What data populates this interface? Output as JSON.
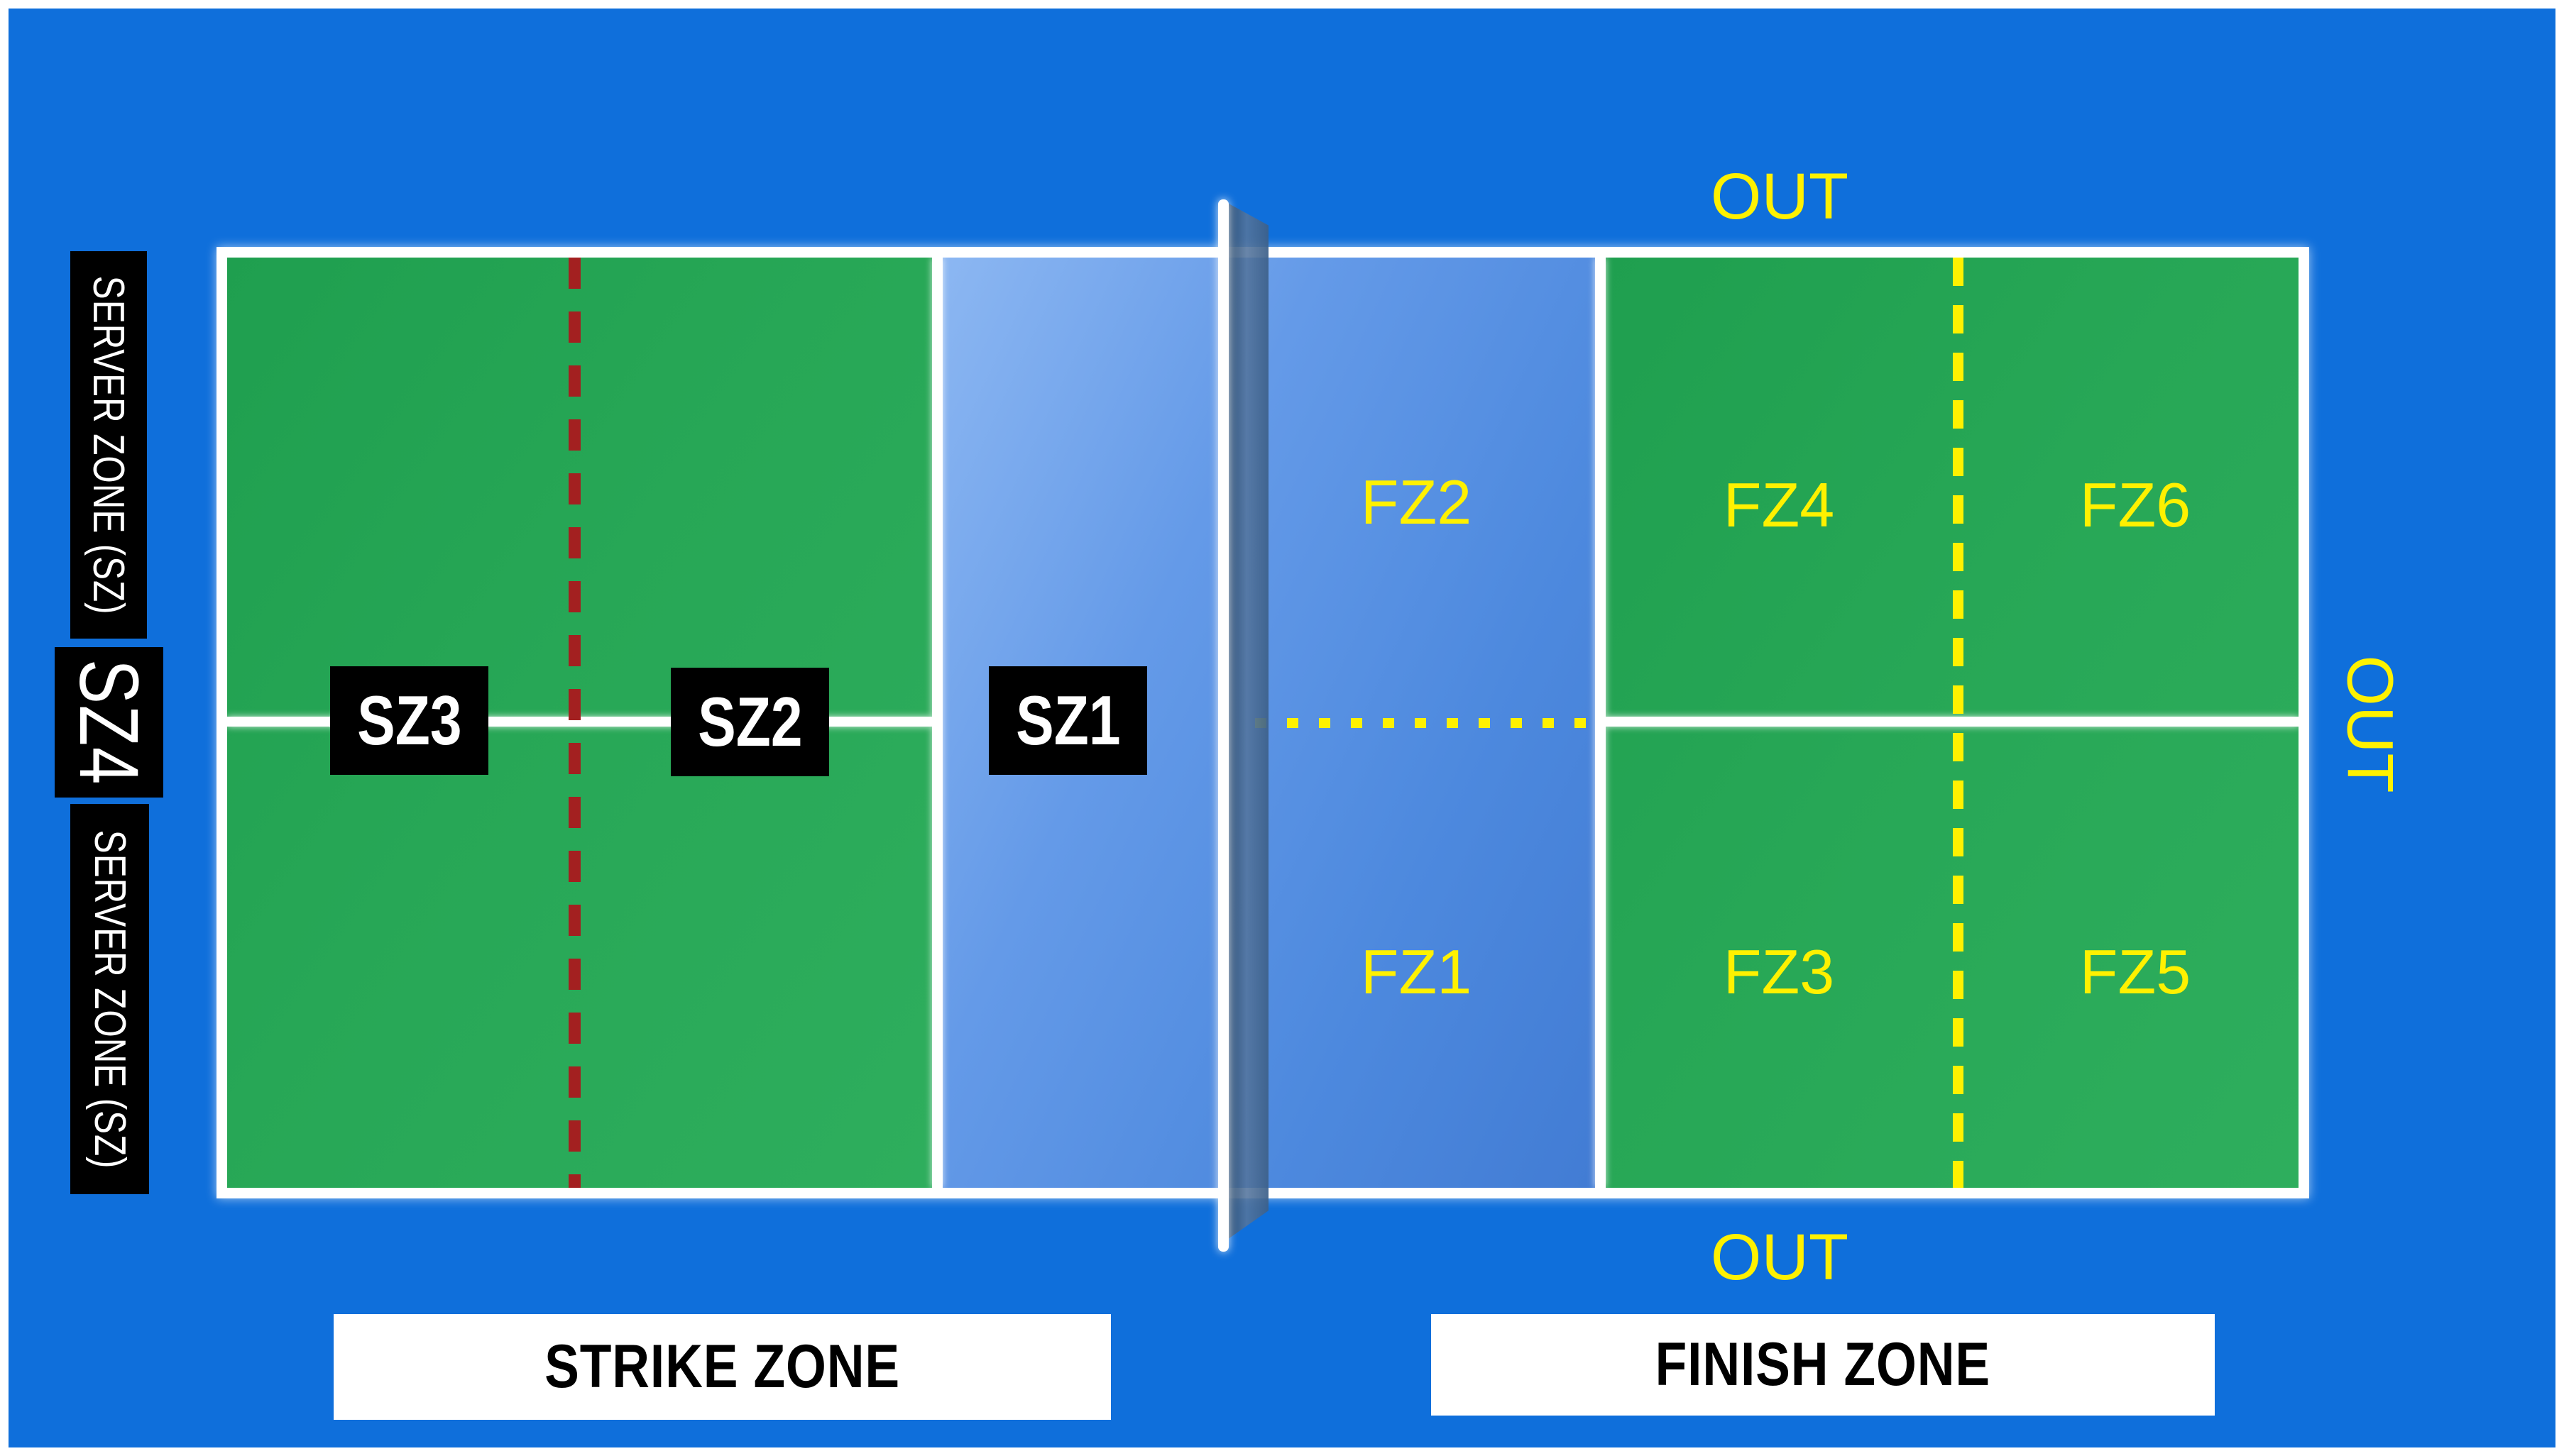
{
  "court": {
    "server_side": {
      "band_top": "SERVER ZONE (SZ)",
      "sz4": "SZ4",
      "band_bottom": "SERVER ZONE (SZ)",
      "markers": [
        {
          "id": "sz3",
          "label": "SZ3"
        },
        {
          "id": "sz2",
          "label": "SZ2"
        },
        {
          "id": "sz1",
          "label": "SZ1"
        }
      ],
      "caption": "STRIKE ZONE"
    },
    "finish_side": {
      "zones": [
        {
          "id": "fz2",
          "label": "FZ2"
        },
        {
          "id": "fz4",
          "label": "FZ4"
        },
        {
          "id": "fz6",
          "label": "FZ6"
        },
        {
          "id": "fz1",
          "label": "FZ1"
        },
        {
          "id": "fz3",
          "label": "FZ3"
        },
        {
          "id": "fz5",
          "label": "FZ5"
        }
      ],
      "caption": "FINISH ZONE",
      "out_top": "OUT",
      "out_bottom": "OUT",
      "out_right": "OUT"
    }
  },
  "colors": {
    "background_blue": "#0F6FDB",
    "court_green": "#27A756",
    "court_blue_light": "#8CB7F2",
    "court_blue_dark": "#427CD4",
    "net_slate": "#3F6089",
    "line_white": "#FFFFFF",
    "dashed_red": "#A32020",
    "accent_yellow": "#FFF100",
    "badge_black": "#000000"
  }
}
